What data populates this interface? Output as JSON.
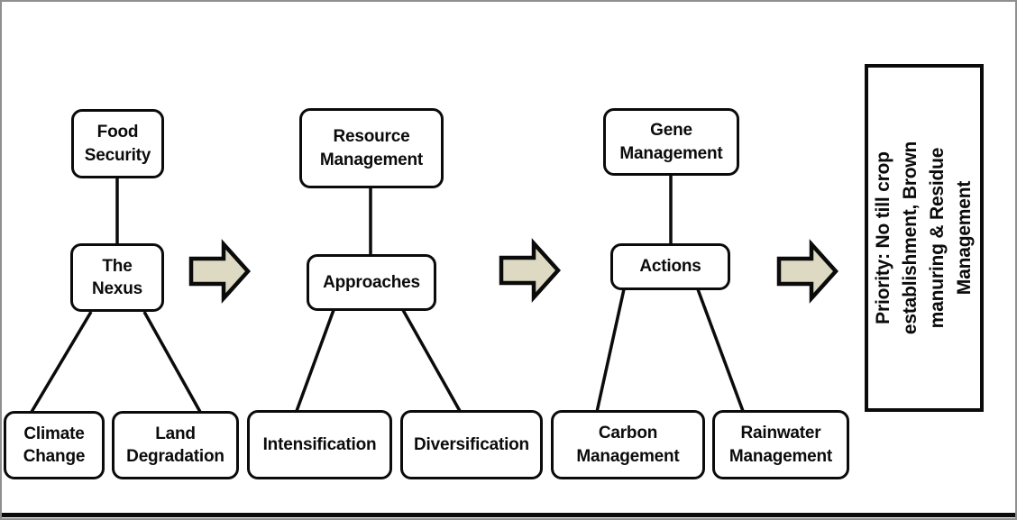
{
  "figure": {
    "nodes": {
      "food_security": "Food\nSecurity",
      "the_nexus": "The\nNexus",
      "climate_change": "Climate\nChange",
      "land_degradation": "Land\nDegradation",
      "resource_management": "Resource\nManagement",
      "approaches": "Approaches",
      "intensification": "Intensification",
      "diversification": "Diversification",
      "gene_management": "Gene\nManagement",
      "actions": "Actions",
      "carbon_management": "Carbon\nManagement",
      "rainwater_management": "Rainwater\nManagement",
      "priority": "Priority: No till crop\nestablishment, Brown\nmanuring & Residue\nManagement"
    },
    "colors": {
      "arrow_fill": "#ddd9c3",
      "line": "#0b0b0b"
    }
  }
}
